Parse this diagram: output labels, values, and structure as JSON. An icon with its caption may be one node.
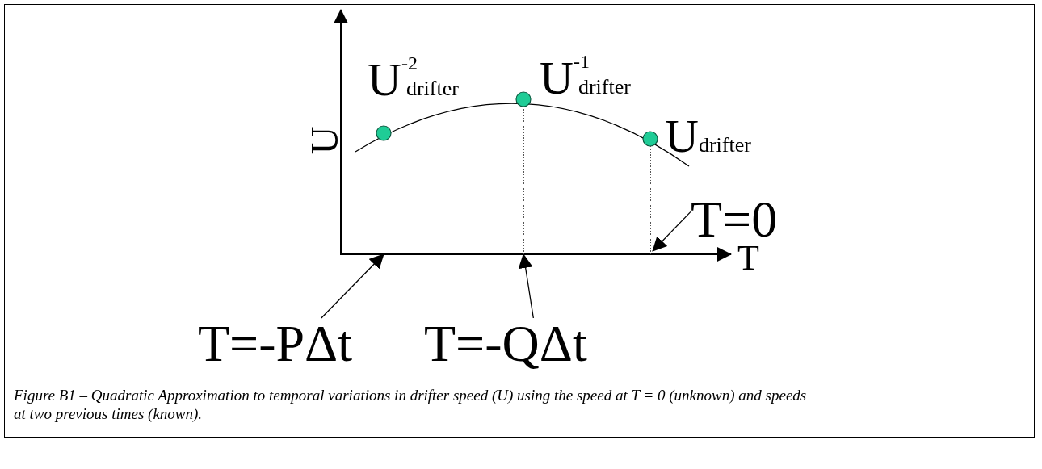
{
  "diagram": {
    "caption": "Figure B1 – Quadratic Approximation to temporal variations in drifter speed (U) using the speed at T = 0 (unknown) and speeds at two previous times (known).",
    "nodes": [
      {
        "text": [
          "T=0"
        ]
      },
      {
        "text": [
          "T=-PΔt"
        ]
      },
      {
        "text": [
          "T=-QΔt"
        ]
      },
      {
        "text": [],
        "shape": "line"
      },
      {
        "text": [],
        "shape": "line"
      },
      {
        "text": [],
        "shape": "line"
      }
    ],
    "edges": [
      {
        "from": 0,
        "to": 5,
        "arrow": "to"
      },
      {
        "from": 1,
        "to": 3,
        "arrow": "to"
      },
      {
        "from": 2,
        "to": 4,
        "arrow": "to"
      }
    ],
    "labels": [
      "U$^{-2}$$_{drifter}$",
      "U$^{-1}$$_{drifter}$",
      "U$_{drifter}$",
      "U",
      "T"
    ]
  }
}
